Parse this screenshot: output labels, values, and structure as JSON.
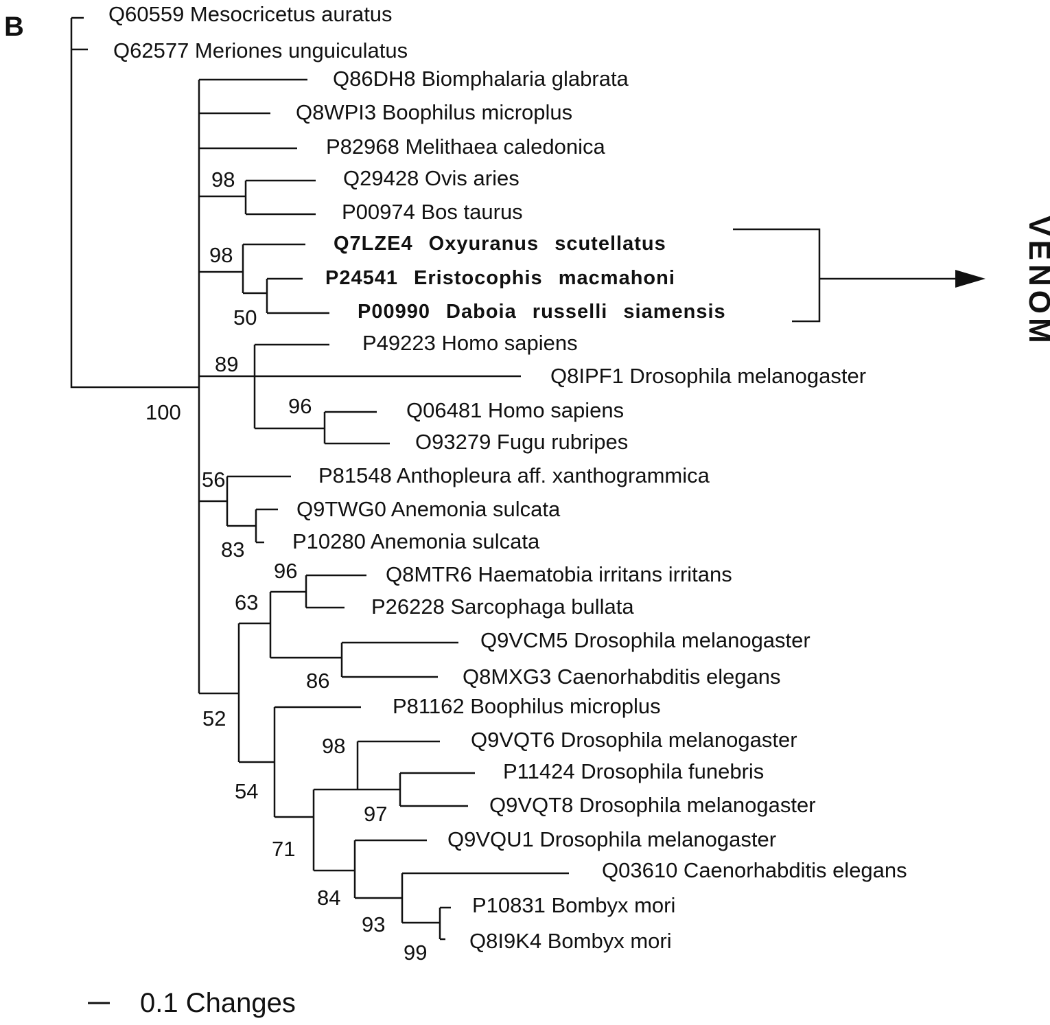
{
  "panel_label": "B",
  "venom_label": "VENOM",
  "scale_bar_label": "0.1 Changes",
  "colors": {
    "ink": "#111111",
    "background": "#ffffff"
  },
  "taxa": [
    {
      "id": "Q60559",
      "species": "Mesocricetus auratus",
      "label": "Q60559 Mesocricetus auratus",
      "venom": false
    },
    {
      "id": "Q62577",
      "species": "Meriones unguiculatus",
      "label": "Q62577 Meriones unguiculatus",
      "venom": false
    },
    {
      "id": "Q86DH8",
      "species": "Biomphalaria glabrata",
      "label": "Q86DH8 Biomphalaria glabrata",
      "venom": false
    },
    {
      "id": "Q8WPI3",
      "species": "Boophilus microplus",
      "label": "Q8WPI3 Boophilus microplus",
      "venom": false
    },
    {
      "id": "P82968",
      "species": "Melithaea caledonica",
      "label": "P82968 Melithaea caledonica",
      "venom": false
    },
    {
      "id": "Q29428",
      "species": "Ovis aries",
      "label": "Q29428 Ovis aries",
      "venom": false
    },
    {
      "id": "P00974",
      "species": "Bos taurus",
      "label": "P00974 Bos taurus",
      "venom": false
    },
    {
      "id": "Q7LZE4",
      "species": "Oxyuranus scutellatus",
      "label": "Q7LZE4 Oxyuranus scutellatus",
      "venom": true
    },
    {
      "id": "P24541",
      "species": "Eristocophis macmahoni",
      "label": "P24541 Eristocophis macmahoni",
      "venom": true
    },
    {
      "id": "P00990",
      "species": "Daboia russelli siamensis",
      "label": "P00990 Daboia russelli siamensis",
      "venom": true
    },
    {
      "id": "P49223",
      "species": "Homo sapiens",
      "label": "P49223 Homo sapiens",
      "venom": false
    },
    {
      "id": "Q8IPF1",
      "species": "Drosophila melanogaster",
      "label": "Q8IPF1 Drosophila melanogaster",
      "venom": false
    },
    {
      "id": "Q06481",
      "species": "Homo sapiens",
      "label": "Q06481 Homo sapiens",
      "venom": false
    },
    {
      "id": "O93279",
      "species": "Fugu rubripes",
      "label": "O93279 Fugu rubripes",
      "venom": false
    },
    {
      "id": "P81548",
      "species": "Anthopleura aff. xanthogrammica",
      "label": "P81548 Anthopleura aff. xanthogrammica",
      "venom": false
    },
    {
      "id": "Q9TWG0",
      "species": "Anemonia sulcata",
      "label": "Q9TWG0 Anemonia sulcata",
      "venom": false
    },
    {
      "id": "P10280",
      "species": "Anemonia sulcata",
      "label": "P10280 Anemonia sulcata",
      "venom": false
    },
    {
      "id": "Q8MTR6",
      "species": "Haematobia irritans irritans",
      "label": "Q8MTR6 Haematobia irritans irritans",
      "venom": false
    },
    {
      "id": "P26228",
      "species": "Sarcophaga bullata",
      "label": "P26228 Sarcophaga bullata",
      "venom": false
    },
    {
      "id": "Q9VCM5",
      "species": "Drosophila melanogaster",
      "label": "Q9VCM5 Drosophila melanogaster",
      "venom": false
    },
    {
      "id": "Q8MXG3",
      "species": "Caenorhabditis elegans",
      "label": "Q8MXG3 Caenorhabditis elegans",
      "venom": false
    },
    {
      "id": "P81162",
      "species": "Boophilus microplus",
      "label": "P81162 Boophilus microplus",
      "venom": false
    },
    {
      "id": "Q9VQT6",
      "species": "Drosophila melanogaster",
      "label": "Q9VQT6 Drosophila melanogaster",
      "venom": false
    },
    {
      "id": "P11424",
      "species": "Drosophila funebris",
      "label": "P11424 Drosophila funebris",
      "venom": false
    },
    {
      "id": "Q9VQT8",
      "species": "Drosophila melanogaster",
      "label": "Q9VQT8 Drosophila melanogaster",
      "venom": false
    },
    {
      "id": "Q9VQU1",
      "species": "Drosophila melanogaster",
      "label": "Q9VQU1 Drosophila melanogaster",
      "venom": false
    },
    {
      "id": "Q03610",
      "species": "Caenorhabditis elegans",
      "label": "Q03610 Caenorhabditis elegans",
      "venom": false
    },
    {
      "id": "P10831",
      "species": "Bombyx mori",
      "label": "P10831 Bombyx mori",
      "venom": false
    },
    {
      "id": "Q8I9K4",
      "species": "Bombyx mori",
      "label": "Q8I9K4 Bombyx mori",
      "venom": false
    }
  ],
  "support_values": {
    "ovis_bos": "98",
    "snake_venom_clade": "98",
    "eristocophis_daboia": "50",
    "homo_drosophila_fugu": "89",
    "homo_fugu": "96",
    "anthopleura_anemonia": "56",
    "anemonia_pair": "83",
    "insect_nematode_root": "52",
    "haematobia_sarcophaga_group": "63",
    "haematobia_sarcophaga": "96",
    "drosophila_caenorhabditis": "86",
    "lower_group": "54",
    "boophilus_drosophila_bombyx": "71",
    "drosophila_vqt_group": "98",
    "funebris_vqt8": "97",
    "vqu1_bombyx_group": "84",
    "caeno_bombyx": "93",
    "bombyx_pair": "99",
    "ingroup_root": "100"
  }
}
